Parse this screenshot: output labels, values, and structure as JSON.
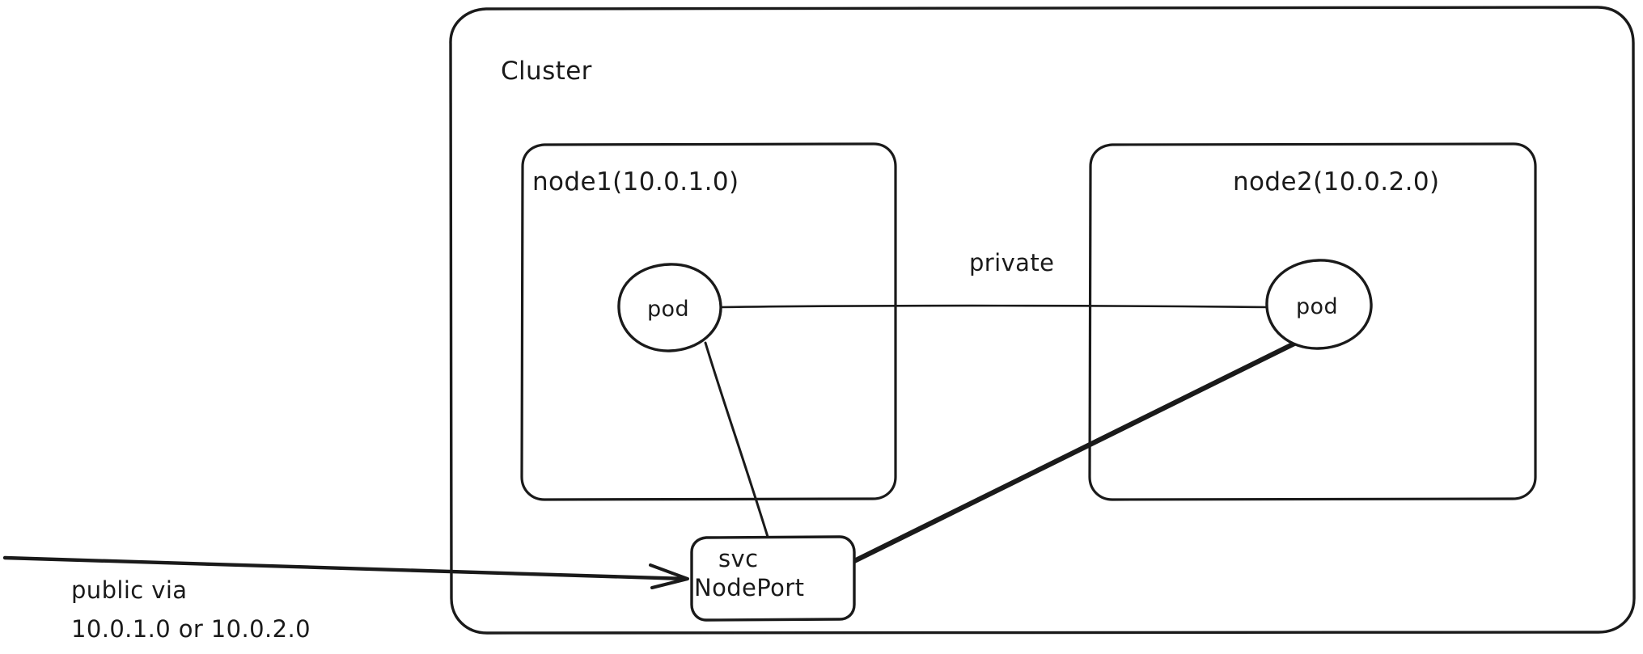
{
  "diagram": {
    "title": "Kubernetes cluster NodePort service diagram",
    "stroke_color": "#1a1a1a",
    "background_color": "#ffffff",
    "cluster": {
      "label": "Cluster"
    },
    "nodes": [
      {
        "id": "node1",
        "label": "node1(10.0.1.0)",
        "pod_label": "pod"
      },
      {
        "id": "node2",
        "label": "node2(10.0.2.0)",
        "pod_label": "pod"
      }
    ],
    "service": {
      "line1": "svc",
      "line2": "NodePort"
    },
    "edges": [
      {
        "id": "pod-to-pod",
        "label": "private"
      },
      {
        "id": "pod1-to-svc",
        "label": ""
      },
      {
        "id": "svc-to-pod2",
        "label": ""
      },
      {
        "id": "external-in",
        "label": ""
      }
    ],
    "external": {
      "line1": "public via",
      "line2": "10.0.1.0 or 10.0.2.0"
    }
  }
}
